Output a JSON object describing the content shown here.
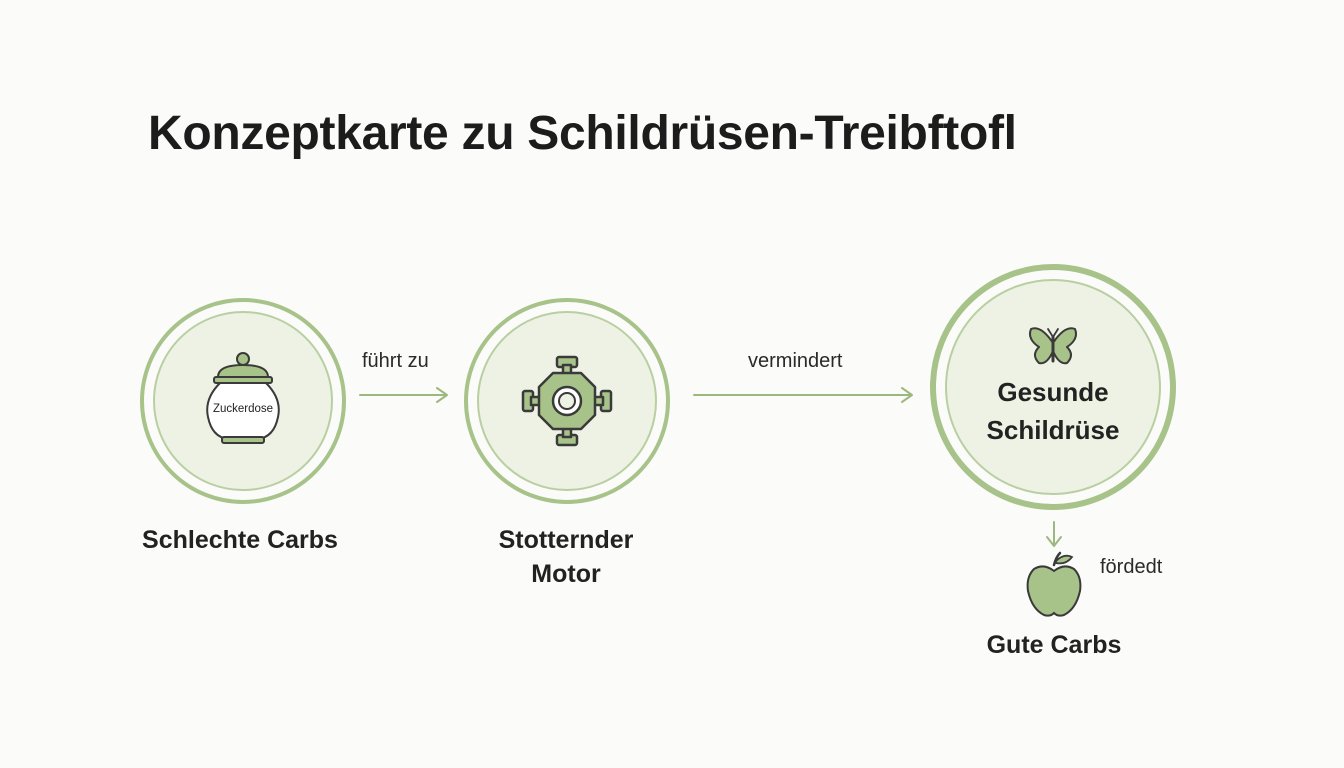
{
  "title": "Konzeptkarte zu Schildrüsen-Treibftofl",
  "nodes": {
    "bad_carbs": {
      "label": "Schlechte Carbs",
      "jar_text": "Zuckerdose",
      "icon": "sugar-jar-icon"
    },
    "motor": {
      "label_line1": "Stotternder",
      "label_line2": "Motor",
      "icon": "engine-icon"
    },
    "thyroid": {
      "label_line1": "Gesunde",
      "label_line2": "Schildrüse",
      "icon": "butterfly-icon"
    },
    "good_carbs": {
      "label": "Gute Carbs",
      "icon": "apple-icon"
    }
  },
  "edges": {
    "leads_to": "führt zu",
    "reduces": "vermindert",
    "promotes": "fördedt"
  },
  "colors": {
    "accent": "#9cb87e",
    "accent_dark": "#5e7a45",
    "node_fill": "#edf2e4",
    "icon_fill": "#a7c389"
  }
}
